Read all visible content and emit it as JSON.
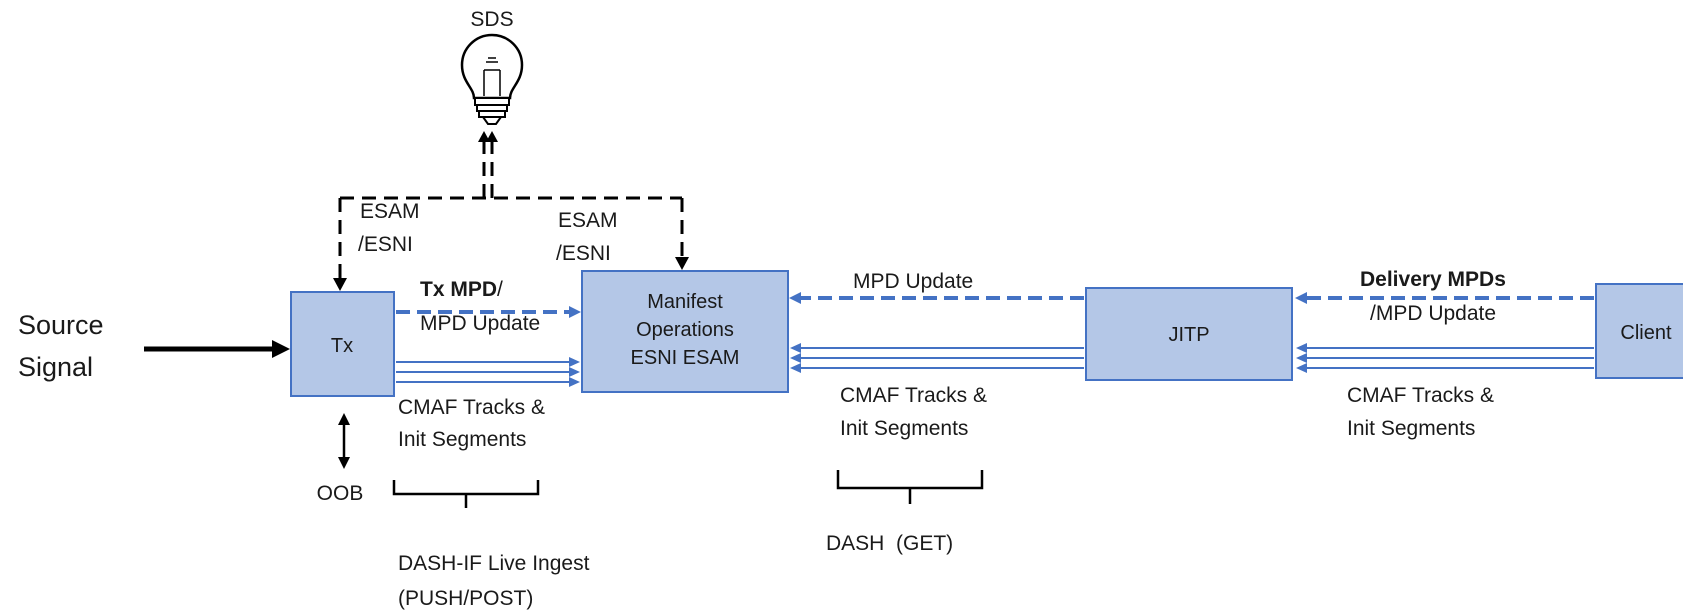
{
  "nodes": {
    "sds": "SDS",
    "tx": "Tx",
    "manifest_ops": [
      "Manifest",
      "Operations",
      "ESNI ESAM"
    ],
    "jitp": "JITP",
    "client": "Client"
  },
  "source_signal": [
    "Source",
    "Signal"
  ],
  "oob": "OOB",
  "esam_left": [
    "ESAM",
    "/ESNI"
  ],
  "esam_right": [
    "ESAM",
    "/ESNI"
  ],
  "tx_mpd": {
    "bold": "Tx MPD",
    "slash": "/",
    "line2": "MPD Update"
  },
  "mpd_update_mid": "MPD Update",
  "delivery_mpds": {
    "bold": "Delivery MPDs",
    "line2": "/MPD Update"
  },
  "cmaf_tracks": {
    "left": [
      "CMAF Tracks &",
      "Init Segments"
    ],
    "middle": [
      "CMAF Tracks &",
      "Init Segments"
    ],
    "right": [
      "CMAF Tracks &",
      "Init Segments"
    ]
  },
  "protocols": {
    "ingest": [
      "DASH-IF Live Ingest",
      "(PUSH/POST)"
    ],
    "dash_get": "DASH  (GET)"
  },
  "colors": {
    "box_fill": "#b4c7e7",
    "box_stroke": "#4472c4",
    "arrow_blue": "#4472c4",
    "arrow_black": "#000000"
  },
  "icons": {
    "sds": "lightbulb-icon"
  }
}
